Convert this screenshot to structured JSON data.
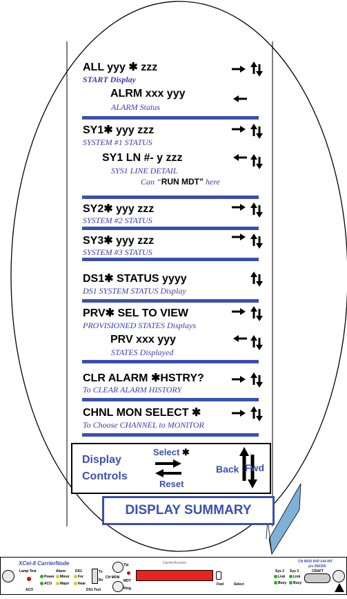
{
  "rows": {
    "all_main": "ALL  yyy ✱  zzz",
    "all_sub": "START Display",
    "alrm_main": "ALRM  xxx  yyy",
    "alrm_sub": "ALARM Status",
    "sy1_main": "SY1✱ yyy  zzz",
    "sy1_sub": "SYSTEM #1 STATUS",
    "sy1ln_main": "SY1 LN #-  y   zzz",
    "sy1ln_sub": "SYS1 LINE DETAIL",
    "mdt_pre": "Can “",
    "mdt_bold": "RUN MDT”",
    "mdt_post": " here",
    "sy2_main": "SY2✱ yyy  zzz",
    "sy2_sub": "SYSTEM #2 STATUS",
    "sy3_main": "SY3✱ yyy  zzz",
    "sy3_sub": "SYSTEM #3 STATUS",
    "ds1_main": "DS1✱ STATUS  yyyy",
    "ds1_sub": "DS1 SYSTEM STATUS Display",
    "prv_main": "PRV✱ SEL TO VIEW",
    "prv_sub": "PROVISIONED STATES Displays",
    "prvs_main": "PRV   xxx yyy",
    "prvs_sub": "STATES Displayed",
    "clr_main": "CLR  ALARM ✱HSTRY?",
    "clr_sub": "To CLEAR ALARM HISTORY",
    "chnl_main": "CHNL MON SELECT ✱",
    "chnl_sub": "To Choose CHANNEL to MONITOR"
  },
  "controls": {
    "display": "Display",
    "controls": "Controls",
    "select": "Select",
    "reset": "Reset",
    "back": "Back",
    "fwd": "Fwd"
  },
  "summary": "DISPLAY SUMMARY",
  "card": {
    "title": "XCel-8 CarrierNode",
    "lamp_test": "Lamp Test",
    "aco": "ACO",
    "alarm": "Alarm",
    "ds1": "DS1",
    "ds1_test": "DS1 Test",
    "ch_mon": "CH MON",
    "mdt": "MDT",
    "tip": "Tip",
    "ring": "Ring",
    "power": "Power",
    "aco2": "ACO",
    "minor": "Minor",
    "major": "Major",
    "for": "For",
    "near": "Near",
    "tx": "Tx",
    "rx": "Rx",
    "fwd": "Fwd",
    "select": "Select",
    "sys2": "Sys 2",
    "sys3": "Sys 3",
    "link": "Link",
    "busy": "Busy",
    "link2": "Link",
    "busy2": "Busy",
    "craft": "CRAFT",
    "mod": "CN MOD 8XP 544 INT",
    "pn": "p/n  990295",
    "brand": "CarrierAccess"
  }
}
